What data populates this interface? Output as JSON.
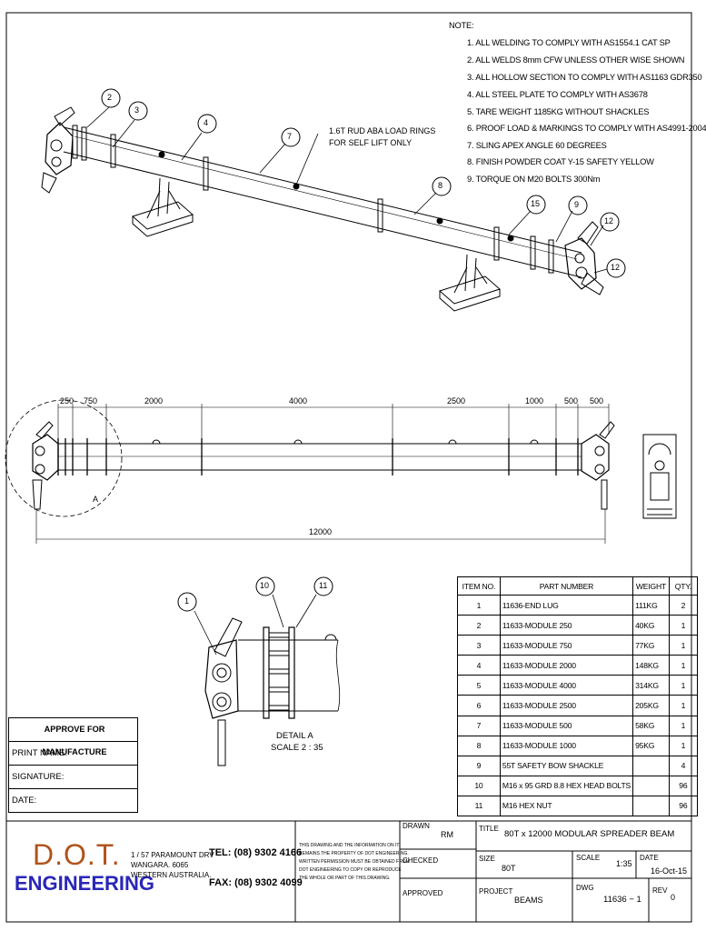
{
  "notes": {
    "heading": "NOTE:",
    "items": [
      "1. ALL WELDING TO COMPLY  WITH AS1554.1 CAT SP",
      "2. ALL WELDS 8mm CFW UNLESS OTHER WISE SHOWN",
      "3. ALL HOLLOW SECTION TO COMPLY  WITH AS1163 GDR350",
      "4. ALL STEEL PLATE TO COMPLY WITH AS3678",
      "5. TARE WEIGHT 1185KG WITHOUT SHACKLES",
      "6. PROOF LOAD & MARKINGS TO COMPLY  WITH AS4991-2004",
      "7. SLING APEX ANGLE 60 DEGREES",
      "8. FINISH POWDER COAT Y-15 SAFETY YELLOW",
      "9. TORQUE ON M20 BOLTS 300Nm"
    ]
  },
  "iso_view": {
    "balloons": [
      "2",
      "3",
      "4",
      "7",
      "8",
      "15",
      "9",
      "12",
      "12"
    ],
    "annotation_line1": "1.6T RUD ABA LOAD RINGS",
    "annotation_line2": "FOR SELF LIFT ONLY"
  },
  "elevation": {
    "dims": [
      "250",
      "750",
      "2000",
      "4000",
      "2500",
      "1000",
      "500",
      "500"
    ],
    "overall": "12000",
    "detail_marker": "A"
  },
  "detail": {
    "balloons": [
      "1",
      "10",
      "11"
    ],
    "title": "DETAIL A",
    "scale": "SCALE 2 : 35"
  },
  "bom": {
    "headers": [
      "ITEM NO.",
      "PART NUMBER",
      "WEIGHT",
      "QTY."
    ],
    "rows": [
      {
        "item": "1",
        "part": "11636-END LUG",
        "weight": "111KG",
        "qty": "2"
      },
      {
        "item": "2",
        "part": "11633-MODULE 250",
        "weight": "40KG",
        "qty": "1"
      },
      {
        "item": "3",
        "part": "11633-MODULE 750",
        "weight": "77KG",
        "qty": "1"
      },
      {
        "item": "4",
        "part": "11633-MODULE 2000",
        "weight": "148KG",
        "qty": "1"
      },
      {
        "item": "5",
        "part": "11633-MODULE 4000",
        "weight": "314KG",
        "qty": "1"
      },
      {
        "item": "6",
        "part": "11633-MODULE 2500",
        "weight": "205KG",
        "qty": "1"
      },
      {
        "item": "7",
        "part": "11633-MODULE 500",
        "weight": "58KG",
        "qty": "1"
      },
      {
        "item": "8",
        "part": "11633-MODULE 1000",
        "weight": "95KG",
        "qty": "1"
      },
      {
        "item": "9",
        "part": "55T SAFETY BOW SHACKLE",
        "weight": "",
        "qty": "4"
      },
      {
        "item": "10",
        "part": "M16 x 95 GRD 8.8 HEX HEAD BOLTS",
        "weight": "",
        "qty": "96"
      },
      {
        "item": "11",
        "part": "M16 HEX NUT",
        "weight": "",
        "qty": "96"
      }
    ]
  },
  "approval": {
    "heading": "APPROVE FOR MANUFACTURE",
    "print_name": "PRINT NAME:",
    "signature": "SIGNATURE:",
    "date": "DATE:"
  },
  "company": {
    "logo_top": "D.O.T.",
    "logo_bottom": "ENGINEERING",
    "address1": "1 / 57 PARAMOUNT DRV",
    "address2": "WANGARA. 6065",
    "address3": "WESTERN AUSTRALIA.",
    "tel": "TEL: (08) 9302 4166",
    "fax": "FAX: (08) 9302 4099",
    "disclaimer": [
      "THIS DRAWING AND THE INFORMATION ON IT",
      "REMAINS THE PROPERTY OF DOT ENGINEERING.",
      "WRITTEN PERMISSION MUST BE OBTAINED FROM",
      "DOT ENGINEERING TO COPY OR REPRODUCE",
      "THE WHOLE OR PART OF THIS DRAWING."
    ]
  },
  "title_block": {
    "drawn_label": "DRAWN",
    "drawn_value": "RM",
    "checked_label": "CHECKED",
    "approved_label": "APPROVED",
    "title_label": "TITLE",
    "title_value": "80T x 12000 MODULAR SPREADER BEAM",
    "size_label": "SIZE",
    "size_value": "80T",
    "scale_label": "SCALE",
    "scale_value": "1:35",
    "date_label": "DATE",
    "date_value": "16-Oct-15",
    "project_label": "PROJECT",
    "project_value": "BEAMS",
    "dwg_label": "DWG",
    "dwg_value": "11636 − 1",
    "rev_label": "REV",
    "rev_value": "0"
  }
}
